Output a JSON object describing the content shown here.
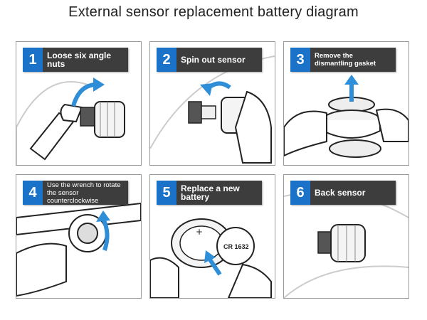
{
  "title": "External sensor replacement battery diagram",
  "colors": {
    "accent": "#1a73c9",
    "label_bg": "#3d3d3d",
    "arrow": "#2e8fd8",
    "outline": "#222222"
  },
  "steps": [
    {
      "number": "1",
      "text": "Loose six angle nuts"
    },
    {
      "number": "2",
      "text": "Spin out sensor"
    },
    {
      "number": "3",
      "text": "Remove the dismantling gasket"
    },
    {
      "number": "4",
      "text": "Use the wrench to rotate the sensor counterclockwise"
    },
    {
      "number": "5",
      "text": "Replace a new battery"
    },
    {
      "number": "6",
      "text": "Back sensor"
    }
  ],
  "battery_label": "CR 1632"
}
